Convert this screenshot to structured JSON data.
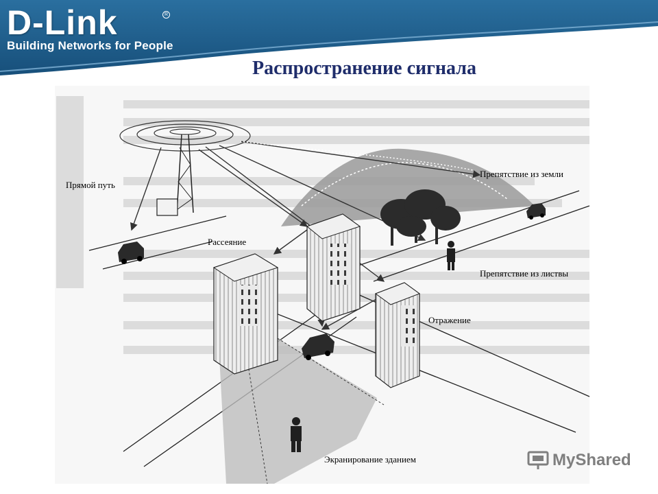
{
  "header": {
    "logo_text": "D-Link",
    "logo_tagline": "Building Networks for People",
    "logo_registered_mark": "R"
  },
  "slide": {
    "title": "Распространение сигнала"
  },
  "labels": {
    "direct_path": "Прямой путь",
    "scattering": "Рассеяние",
    "terrain_obstacle": "Препятствие из земли",
    "foliage_obstacle": "Препятствие из листвы",
    "reflection": "Отражение",
    "building_shadowing": "Экранирование зданием"
  },
  "watermark": {
    "text": "MyShared",
    "icon": "presentation-screen-icon"
  },
  "colors": {
    "banner_blue": "#1f5f8f",
    "title_blue": "#1f2d6b"
  }
}
